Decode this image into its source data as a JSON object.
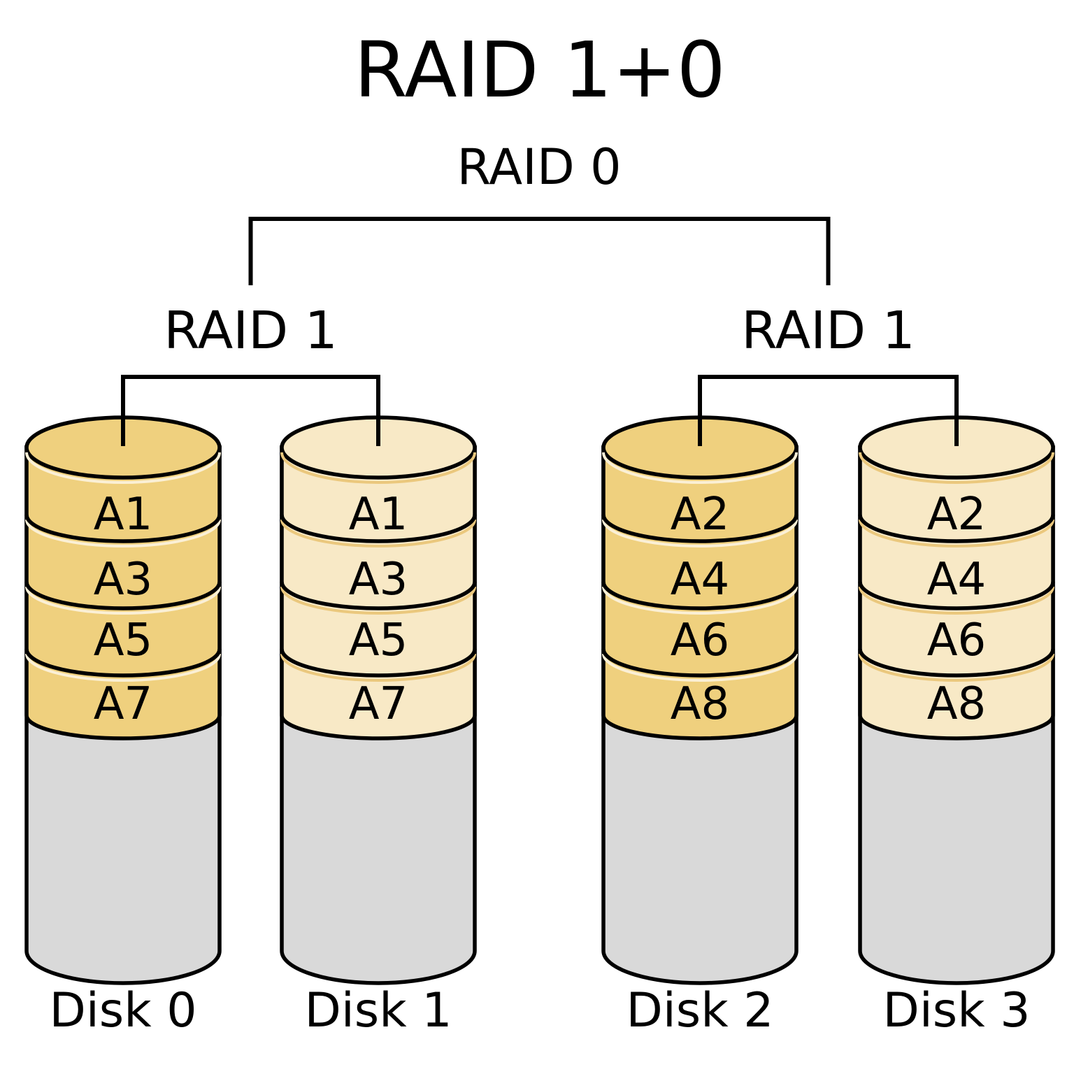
{
  "title": "RAID 1+0",
  "tree": {
    "root_label": "RAID 0",
    "groups": [
      {
        "label": "RAID 1",
        "disks": [
          {
            "name": "Disk 0",
            "palette": "dark",
            "blocks": [
              "A1",
              "A3",
              "A5",
              "A7"
            ]
          },
          {
            "name": "Disk 1",
            "palette": "light",
            "blocks": [
              "A1",
              "A3",
              "A5",
              "A7"
            ]
          }
        ]
      },
      {
        "label": "RAID 1",
        "disks": [
          {
            "name": "Disk 2",
            "palette": "dark",
            "blocks": [
              "A2",
              "A4",
              "A6",
              "A8"
            ]
          },
          {
            "name": "Disk 3",
            "palette": "light",
            "blocks": [
              "A2",
              "A4",
              "A6",
              "A8"
            ]
          }
        ]
      }
    ]
  },
  "colors": {
    "background": "#FFFFFF",
    "outline": "#000000",
    "used_dark": "#EFD07E",
    "used_light": "#F8E9C6",
    "free_space": "#D9D9D9",
    "accent_on_dark": "#FBF0D6",
    "accent_on_light": "#EBC87D"
  }
}
